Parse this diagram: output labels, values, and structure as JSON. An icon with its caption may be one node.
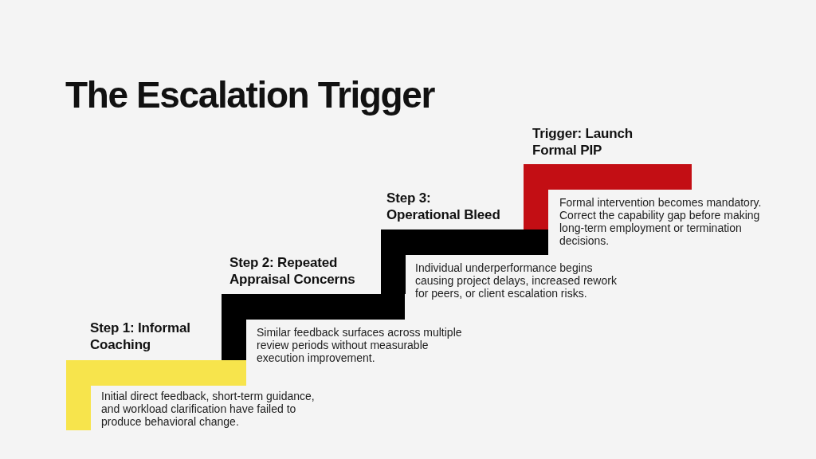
{
  "diagram": {
    "title": "The Escalation Trigger",
    "nodes": [
      {
        "text": [
          "Step 1: Informal Coaching",
          "Initial direct feedback, short-term guidance, and workload clarification have failed to produce behavioral change."
        ]
      },
      {
        "text": [
          "Step 2: Repeated Appraisal Concerns",
          "Similar feedback surfaces across multiple review periods without measurable execution improvement."
        ]
      },
      {
        "text": [
          "Step 3: Operational Bleed",
          "Individual underperformance begins causing project delays, increased rework for peers, or client escalation risks."
        ]
      },
      {
        "text": [
          "Trigger: Launch Formal PIP",
          "Formal intervention becomes mandatory. Correct the capability gap before making long-term employment or termination decisions."
        ]
      }
    ]
  }
}
